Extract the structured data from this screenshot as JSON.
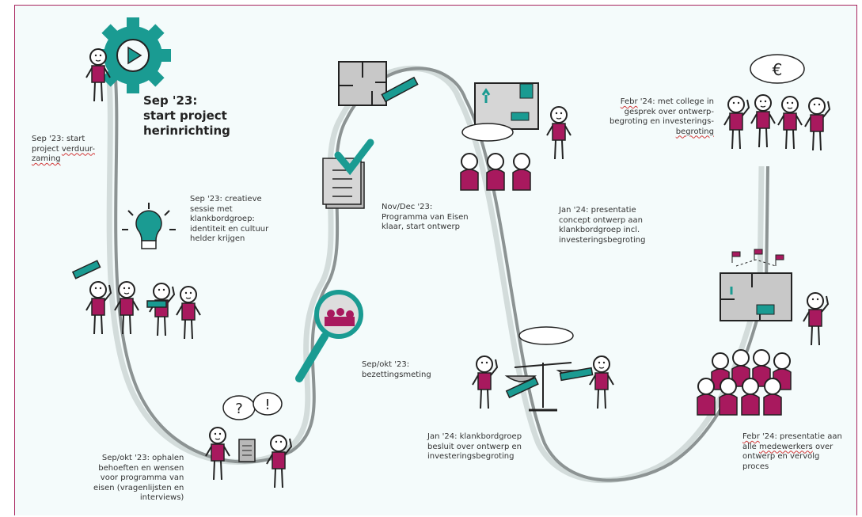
{
  "colors": {
    "magenta": "#a8195e",
    "teal": "#1a9b92",
    "path": "#8c9393",
    "path_light": "#d3dcdb",
    "gray": "#b8b8b8"
  },
  "labels": {
    "start_title": "Sep '23:\nstart project\nherinrichting",
    "verduurzaming_a": "Sep '23: start\nproject ",
    "verduurzaming_b": "verduur-",
    "verduurzaming_c": "zaming",
    "creatieve_sessie": "Sep '23: creatieve\nsessie met\nklankbordgroep:\nidentiteit en cultuur\nhelder krijgen",
    "ophalen_behoeften": "Sep/okt '23: ophalen\nbehoeften en wensen\nvoor programma van\neisen (vragenlijsten en\ninterviews)",
    "bezettingsmeting": "Sep/okt '23:\nbezettingsmeting",
    "programma_eisen": "Nov/Dec '23:\nProgramma van Eisen\nklaar, start ontwerp",
    "presentatie_concept": "Jan '24: presentatie\nconcept ontwerp aan\nklankbordgroep incl.\ninvesteringsbegroting",
    "klankbordgroep_besluit": "Jan '24: klankbordgroep\nbesluit over ontwerp en\ninvesteringsbegroting",
    "college_l1a": "Febr",
    "college_l1b": " '24: met college in",
    "college_l2": "gesprek over ontwerp-",
    "college_l3": "begroting en investerings-",
    "college_l4": "begroting",
    "presentatie_l1a": "Febr",
    "presentatie_l1b": " '24: presentatie aan",
    "presentatie_l2a": "alle ",
    "presentatie_l2b": "medewerkers",
    "presentatie_l2c": " over",
    "presentatie_l3": "ontwerp en vervolg",
    "presentatie_l4": "proces",
    "question_mark": "?",
    "exclamation_mark": "!",
    "euro_sign": "€"
  }
}
